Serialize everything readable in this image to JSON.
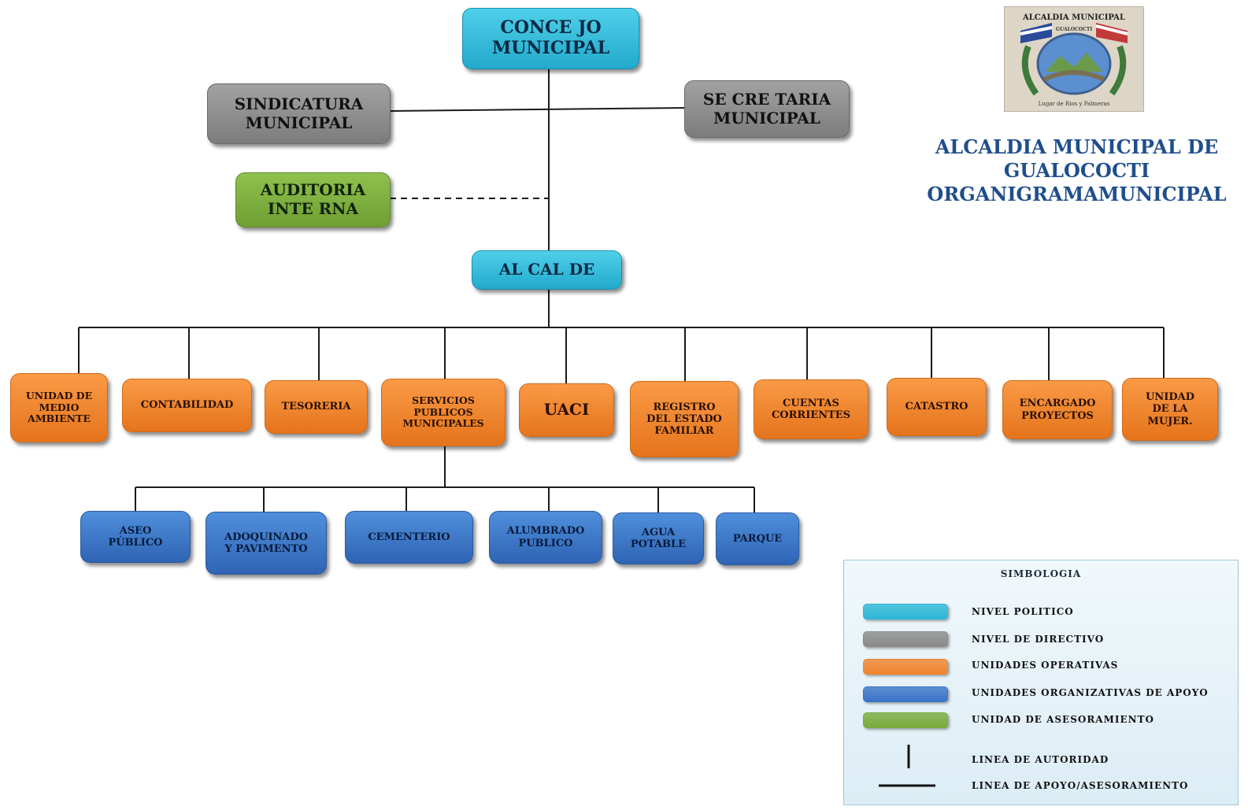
{
  "title": {
    "line1": "ALCALDIA MUNICIPAL DE",
    "line2": "GUALOCOCTI",
    "line3": "ORGANIGRAMAMUNICIPAL"
  },
  "logo": {
    "top_text": "ALCALDIA MUNICIPAL",
    "sub_text": "GUALOCOCTI",
    "motto": "Lugar de Rios y Palmeras"
  },
  "nodes": {
    "concejo": "CONCE JO\nMUNICIPAL",
    "sindicatura": "SINDICATURA\nMUNICIPAL",
    "secretaria": "SE CRE TARIA\nMUNICIPAL",
    "auditoria": "AUDITORIA\nINTE RNA",
    "alcalde": "AL CAL DE",
    "operativas": [
      "UNIDAD DE\nMEDIO\nAMBIENTE",
      "CONTABILIDAD",
      "TESORERIA",
      "SERVICIOS\nPUBLICOS\nMUNICIPALES",
      "UACI",
      "REGISTRO\nDEL ESTADO\nFAMILIAR",
      "CUENTAS\nCORRIENTES",
      "CATASTRO",
      "ENCARGADO\nPROYECTOS",
      "UNIDAD\nDE LA\nMUJER."
    ],
    "apoyo": [
      "ASEO\nPÚBLICO",
      "ADOQUINADO\nY PAVIMENTO",
      "CEMENTERIO",
      "ALUMBRADO\nPUBLICO",
      "AGUA\nPOTABLE",
      "PARQUE"
    ]
  },
  "legend": {
    "title": "SIMBOLOGIA",
    "items": [
      {
        "label": "NIVEL POLITICO",
        "color": "#2bb6d6"
      },
      {
        "label": "NIVEL DE DIRECTIVO",
        "color": "#8a8a8a"
      },
      {
        "label": "UNIDADES OPERATIVAS",
        "color": "#f0842c"
      },
      {
        "label": "UNIDADES ORGANIZATIVAS  DE APOYO",
        "color": "#3a74c8"
      },
      {
        "label": "UNIDAD DE ASESORAMIENTO",
        "color": "#7aab3c"
      }
    ],
    "line_authority": "LINEA DE AUTORIDAD",
    "line_support": "LINEA DE APOYO/ASESORAMIENTO"
  }
}
